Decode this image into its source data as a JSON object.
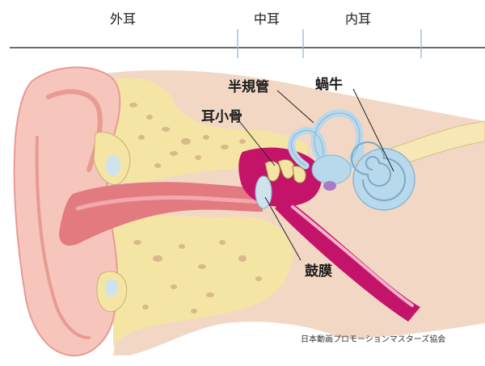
{
  "sections": {
    "outer": "外耳",
    "middle": "中耳",
    "inner": "内耳"
  },
  "labels": {
    "semicircular_canals": "半規管",
    "cochlea": "蝸牛",
    "ossicles": "耳小骨",
    "eardrum": "鼓膜"
  },
  "credit": "日本動画プロモーションマスターズ協会",
  "colors": {
    "skin": "#f6c6bd",
    "skin_dark": "#e99a93",
    "canal": "#e27a80",
    "bone": "#f4e5a4",
    "bone_spots": "#d9b98a",
    "tissue": "#f2d8c4",
    "middle_ear": "#c4146a",
    "inner_ear": "#b8d8ec",
    "nerve": "#f7e7b6",
    "divider": "#9bbfd6"
  }
}
